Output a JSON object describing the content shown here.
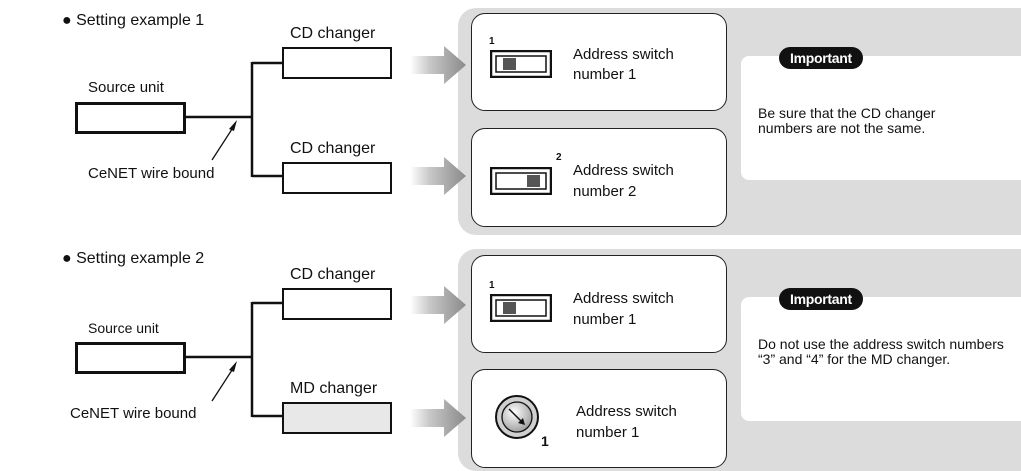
{
  "example1": {
    "heading": "● Setting example 1",
    "source_unit": "Source unit",
    "wire_label": "CeNET wire bound",
    "changer_top": "CD changer",
    "changer_bottom": "CD changer",
    "switch_top": {
      "number_mark": "1",
      "label_line1": "Address switch",
      "label_line2": "number 1"
    },
    "switch_bottom": {
      "number_mark": "2",
      "label_line1": "Address switch",
      "label_line2": "number 2"
    },
    "important_badge": "Important",
    "important_text": "Be sure that the CD changer numbers are not the same."
  },
  "example2": {
    "heading": "● Setting example 2",
    "source_unit": "Source unit",
    "wire_label": "CeNET wire bound",
    "changer_top": "CD changer",
    "changer_bottom": "MD changer",
    "switch_top": {
      "number_mark": "1",
      "label_line1": "Address switch",
      "label_line2": "number 1"
    },
    "switch_bottom": {
      "number_mark": "1",
      "label_line1": "Address switch",
      "label_line2": "number 1"
    },
    "important_badge": "Important",
    "important_text": "Do not use the address switch numbers “3” and “4” for the MD changer."
  },
  "colors": {
    "panel_background": "#dcdcdc",
    "badge_background": "#111111",
    "md_changer_fill": "#e8e8e8"
  },
  "icons": [
    "slide-switch-icon",
    "rotary-switch-icon",
    "arrow-right-icon"
  ]
}
